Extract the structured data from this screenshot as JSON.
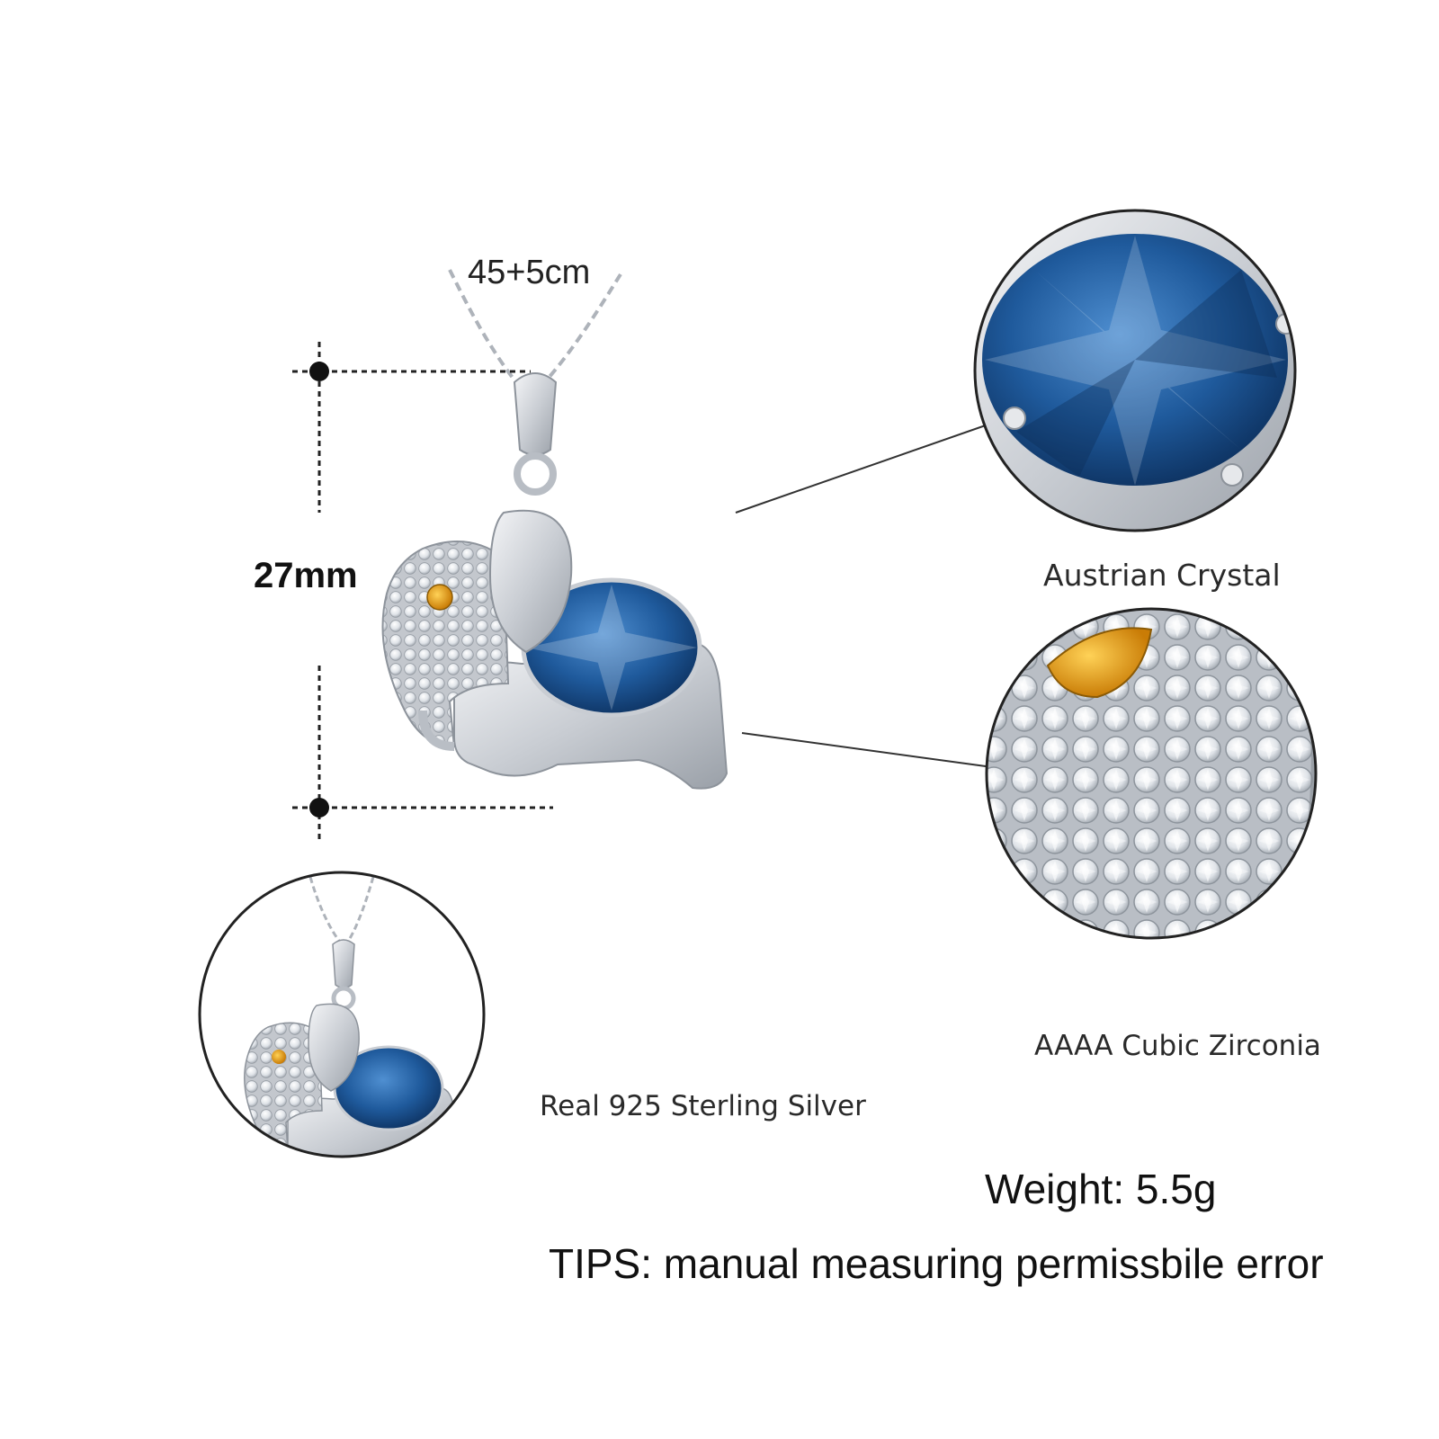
{
  "labels": {
    "chain_length": "45+5cm",
    "pendant_height": "27mm",
    "crystal": "Austrian Crystal",
    "zirconia": "AAAA Cubic Zirconia",
    "silver": "Real 925 Sterling Silver",
    "weight": "Weight: 5.5g",
    "tips": "TIPS: manual measuring permissbile error"
  },
  "colors": {
    "sapphire": "#1f5a9c",
    "sapphire_dark": "#0f3566",
    "silver": "#cfd3d8",
    "citrine": "#e8a21a"
  }
}
